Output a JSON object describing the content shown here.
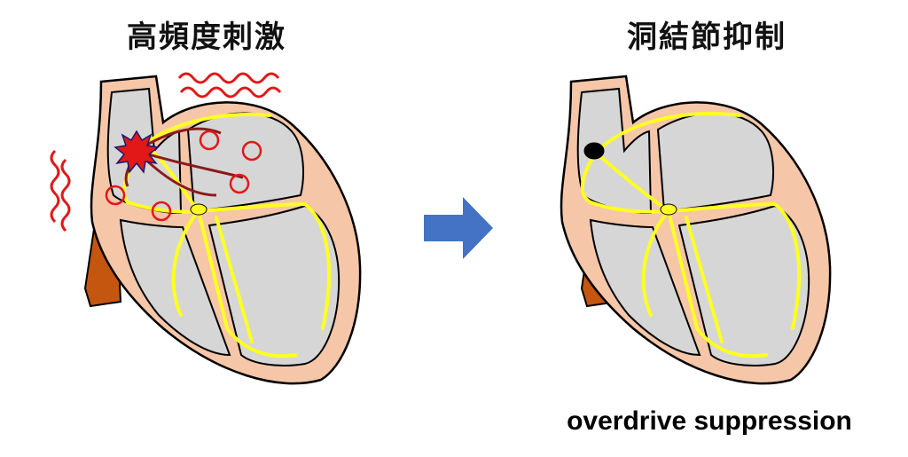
{
  "left_panel": {
    "title": "高頻度刺激"
  },
  "right_panel": {
    "title": "洞結節抑制",
    "caption": "overdrive suppression"
  },
  "colors": {
    "myocardium": "#f5c6a8",
    "chamber": "#d6d6d6",
    "conduction": "#ffff22",
    "stimulus": "#e21818",
    "reentry_arrow": "#8b1b1b",
    "aorta": "#c4560f",
    "transition_arrow": "#4472c4",
    "sa_node_suppressed": "#000000"
  },
  "icons": [
    "heart-diagram",
    "right-arrow-icon",
    "starburst-icon",
    "circular-arrow-icon",
    "wavy-line-icon"
  ]
}
